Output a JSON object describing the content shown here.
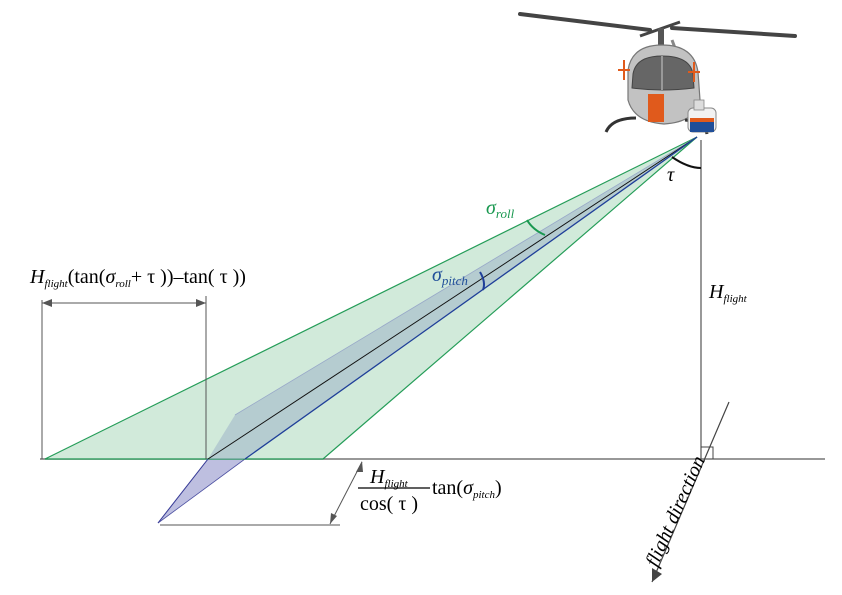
{
  "labels": {
    "sigma": "σ",
    "roll_sub": "roll",
    "pitch_sub": "pitch",
    "tau": "τ",
    "H": "H",
    "flight_sub": "flight",
    "tan": "tan(",
    "tan2": "tan(",
    "plus_tau": "+ τ )",
    "minus_tan_tau": ")–tan( τ ))",
    "cos_tau": "cos( τ )",
    "close_paren": ")",
    "flight_direction": "flight direction"
  },
  "colors": {
    "green": "#1a9850",
    "green_fill": "#cfe9d9",
    "blue": "#1f3f99",
    "blue_fill": "#b7b9dd",
    "helicopter_body": "#b9b9b9",
    "helicopter_orange": "#e05a1c"
  }
}
